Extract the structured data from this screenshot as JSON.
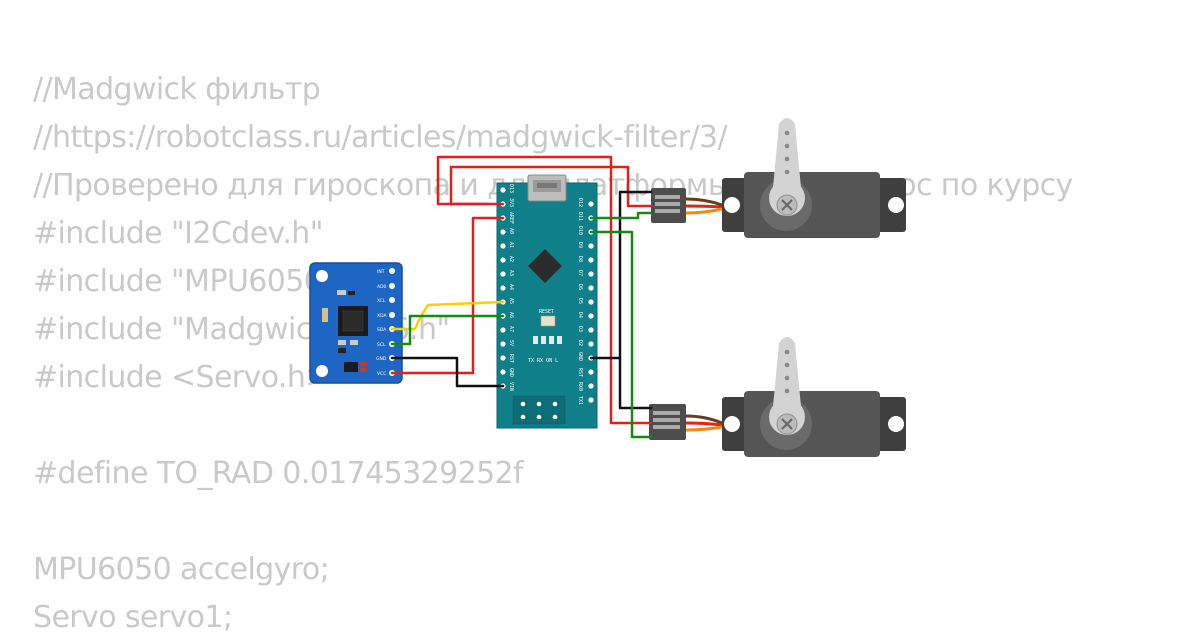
{
  "code_lines": [
    "//Madgwick фильтр",
    "//https://robotclass.ru/articles/madgwick-filter/3/",
    "//Проверено для гироскопа и для платформы. Есть вопрос по курсу",
    "#include \"I2Cdev.h\"",
    "#include \"MPU6050.h\"",
    "#include \"MadgwickAHRS.h\"",
    "#include <Servo.h>",
    "",
    "#define TO_RAD 0.01745329252f",
    "",
    "MPU6050 accelgyro;",
    "Servo servo1;"
  ],
  "mpu": {
    "pins": [
      "INT",
      "AD0",
      "XCL",
      "XDA",
      "SDA",
      "SCL",
      "GND",
      "VCC"
    ]
  },
  "nano": {
    "pins_left": [
      "D13",
      "3V3",
      "AREF",
      "A0",
      "A1",
      "A2",
      "A3",
      "A4",
      "A5",
      "A6",
      "A7",
      "5V",
      "RST",
      "GND",
      "VIN"
    ],
    "pins_right": [
      "D12",
      "D11",
      "D10",
      "D9",
      "D8",
      "D7",
      "D6",
      "D5",
      "D4",
      "D3",
      "D2",
      "GND",
      "RST",
      "RX0",
      "TX1"
    ],
    "reset_label": "RESET",
    "led_labels": "TX RX  ON  L"
  },
  "colors": {
    "vcc_wire": "#e0201b",
    "gnd_wire": "#111111",
    "sda_wire": "#f5d100",
    "scl_wire": "#138a13",
    "board": "#0f7f89",
    "mpu_board": "#1e66c4",
    "servo_body": "#505050",
    "servo_horn": "#d3d3d3"
  }
}
